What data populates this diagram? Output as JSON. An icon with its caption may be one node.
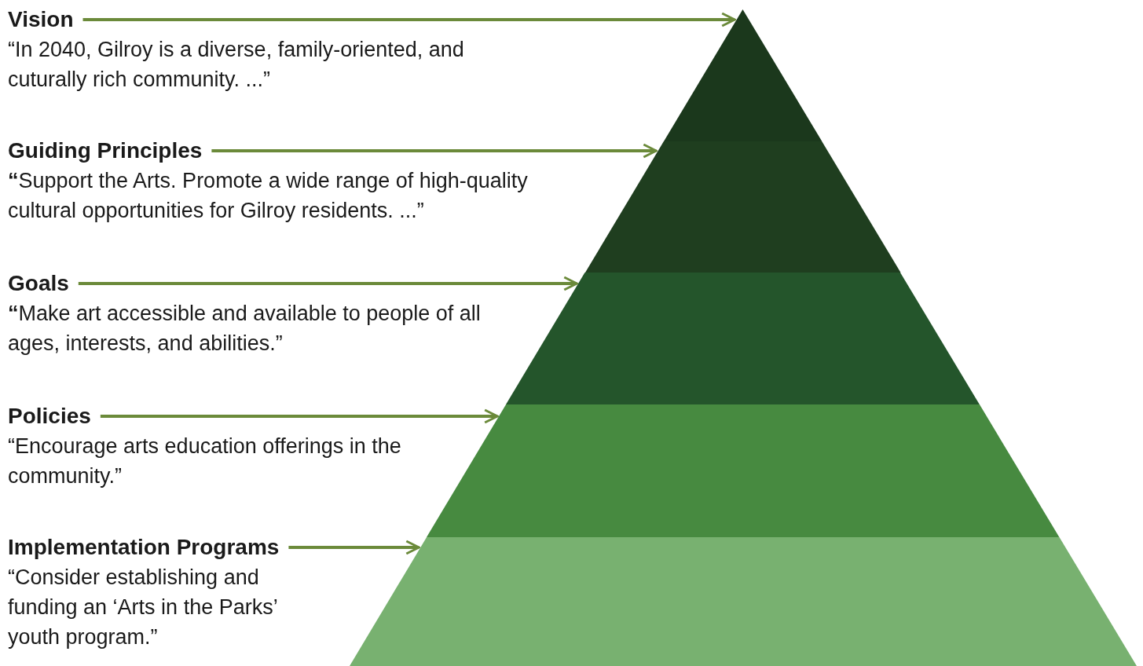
{
  "diagram": {
    "nodes": [
      {
        "text": [
          "Vision",
          "“In 2040, Gilroy is a diverse, family-oriented, and cuturally rich community. ...”"
        ]
      },
      {
        "text": [
          "Guiding Principles",
          "**“**Support the Arts. Promote a wide range of high-quality cultural opportunities for Gilroy residents. ...”"
        ]
      },
      {
        "text": [
          "Goals",
          "**“**Make art accessible and available to people of all ages, interests, and abilities.”"
        ]
      },
      {
        "text": [
          "Policies",
          "“Encourage arts education offerings in the community.”"
        ]
      },
      {
        "text": [
          "Implementation Programs",
          "“Consider establishing and funding an ‘Arts in the Parks’ youth program.”"
        ]
      },
      {
        "text": [],
        "shape": "triangle"
      },
      {
        "text": [],
        "shape": "band"
      },
      {
        "text": [],
        "shape": "band"
      },
      {
        "text": [],
        "shape": "band"
      },
      {
        "text": [],
        "shape": "band"
      }
    ],
    "edges": [
      {
        "from": 0,
        "to": 5,
        "arrow": "to"
      },
      {
        "from": 1,
        "to": 6,
        "arrow": "to"
      },
      {
        "from": 2,
        "to": 7,
        "arrow": "to"
      },
      {
        "from": 3,
        "to": 8,
        "arrow": "to"
      },
      {
        "from": 4,
        "to": 9,
        "arrow": "to"
      }
    ]
  }
}
